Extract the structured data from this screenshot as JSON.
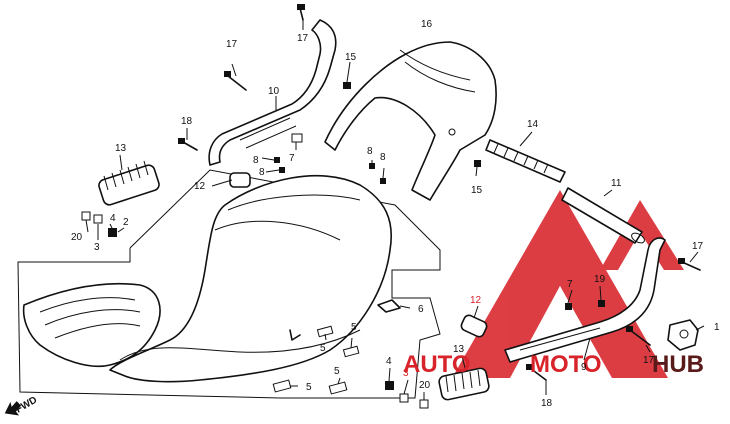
{
  "colors": {
    "line": "#111111",
    "watermark_red": "#d8232a",
    "watermark_dark": "#5a1a1a",
    "background": "#ffffff"
  },
  "watermark": {
    "word_1": "AUTO",
    "word_2": "MOTO",
    "word_3": "HUB"
  },
  "fwd_label": "FWD",
  "callouts": [
    {
      "id": "c-17a",
      "text": "17"
    },
    {
      "id": "c-17b",
      "text": "17"
    },
    {
      "id": "c-10",
      "text": "10"
    },
    {
      "id": "c-15a",
      "text": "15"
    },
    {
      "id": "c-16",
      "text": "16"
    },
    {
      "id": "c-18a",
      "text": "18"
    },
    {
      "id": "c-13a",
      "text": "13"
    },
    {
      "id": "c-8a",
      "text": "8"
    },
    {
      "id": "c-7a",
      "text": "7"
    },
    {
      "id": "c-8b",
      "text": "8"
    },
    {
      "id": "c-8c",
      "text": "8"
    },
    {
      "id": "c-8d",
      "text": "8"
    },
    {
      "id": "c-12a",
      "text": "12"
    },
    {
      "id": "c-15b",
      "text": "15"
    },
    {
      "id": "c-14",
      "text": "14"
    },
    {
      "id": "c-11",
      "text": "11"
    },
    {
      "id": "c-4a",
      "text": "4"
    },
    {
      "id": "c-2",
      "text": "2"
    },
    {
      "id": "c-20a",
      "text": "20"
    },
    {
      "id": "c-3a",
      "text": "3"
    },
    {
      "id": "c-17c",
      "text": "17"
    },
    {
      "id": "c-6",
      "text": "6"
    },
    {
      "id": "c-7b",
      "text": "7"
    },
    {
      "id": "c-19",
      "text": "19"
    },
    {
      "id": "c-12b",
      "text": "12"
    },
    {
      "id": "c-1",
      "text": "1"
    },
    {
      "id": "c-5a",
      "text": "5"
    },
    {
      "id": "c-5b",
      "text": "5"
    },
    {
      "id": "c-13b",
      "text": "13"
    },
    {
      "id": "c-9",
      "text": "9"
    },
    {
      "id": "c-17d",
      "text": "17"
    },
    {
      "id": "c-4b",
      "text": "4"
    },
    {
      "id": "c-3b",
      "text": "3"
    },
    {
      "id": "c-5c",
      "text": "5"
    },
    {
      "id": "c-5d",
      "text": "5"
    },
    {
      "id": "c-20b",
      "text": "20"
    },
    {
      "id": "c-18b",
      "text": "18"
    }
  ]
}
